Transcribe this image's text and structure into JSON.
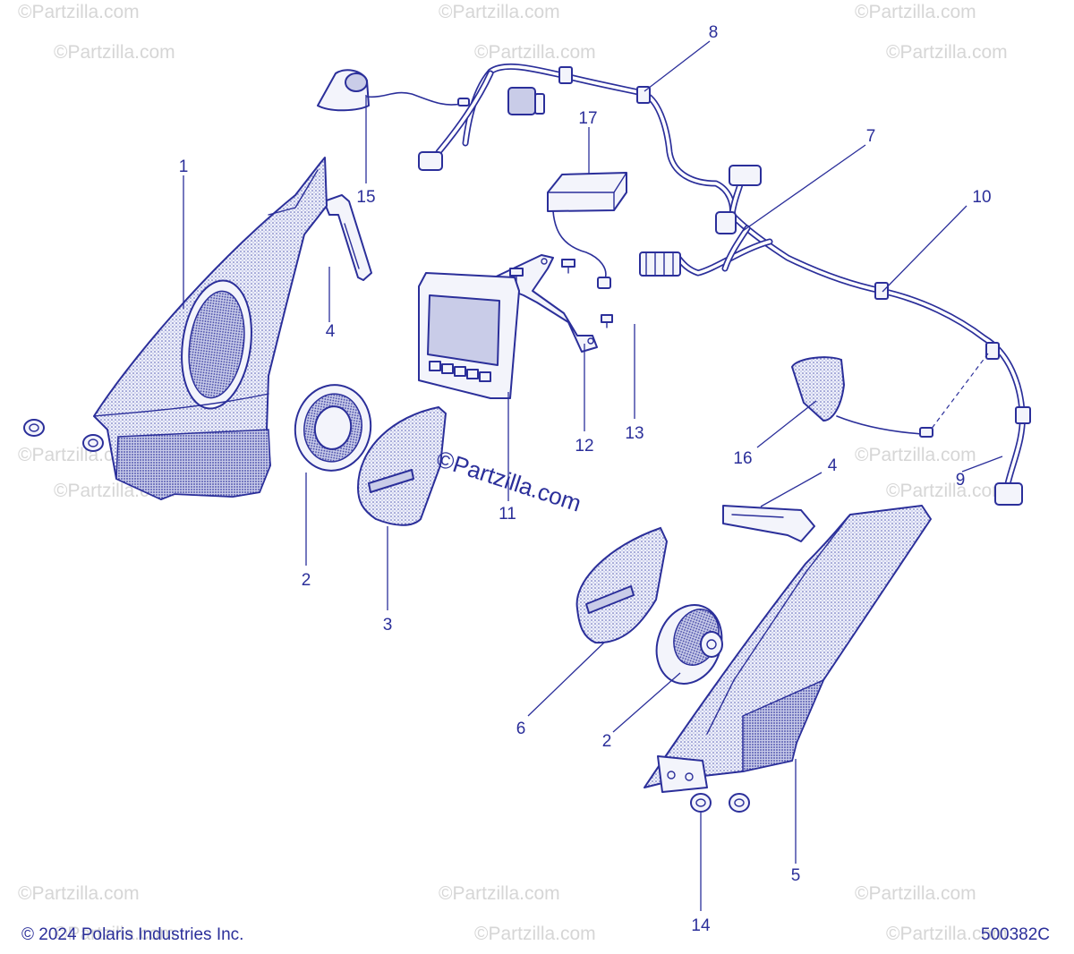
{
  "watermark": {
    "text": "©Partzilla.com",
    "center_text": "©Partzilla.com"
  },
  "callouts": {
    "c1": "1",
    "c2a": "2",
    "c2b": "2",
    "c3": "3",
    "c4a": "4",
    "c4b": "4",
    "c5": "5",
    "c6": "6",
    "c7": "7",
    "c8": "8",
    "c9": "9",
    "c10": "10",
    "c11": "11",
    "c12": "12",
    "c13": "13",
    "c14": "14",
    "c15": "15",
    "c16": "16",
    "c17": "17"
  },
  "footer": {
    "copyright": "© 2024 Polaris Industries Inc.",
    "drawing_number": "500382C"
  },
  "colors": {
    "line": "#2b2f9a",
    "watermark": "#d6d6d6",
    "background": "#ffffff"
  }
}
